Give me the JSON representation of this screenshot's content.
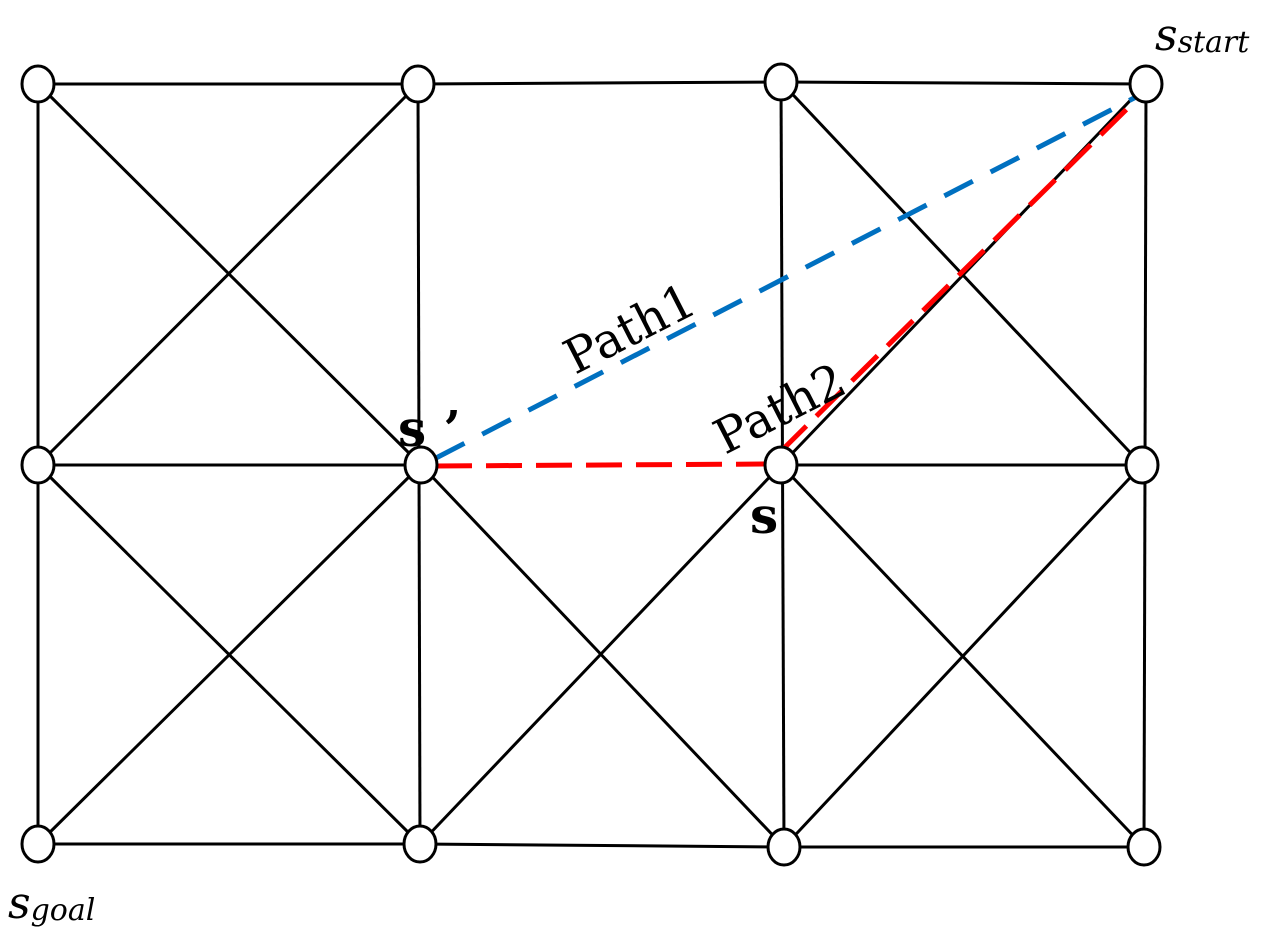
{
  "diagram": {
    "labels": {
      "start_main": "s",
      "start_sub": "start",
      "goal_main": "s",
      "goal_sub": "goal",
      "s_prime": "s ’",
      "s": "s",
      "path1": "Path1",
      "path2": "Path2"
    },
    "colors": {
      "grid_edge": "#000000",
      "node_fill": "#ffffff",
      "path1": "#0070c0",
      "path2": "#ff0000"
    }
  }
}
